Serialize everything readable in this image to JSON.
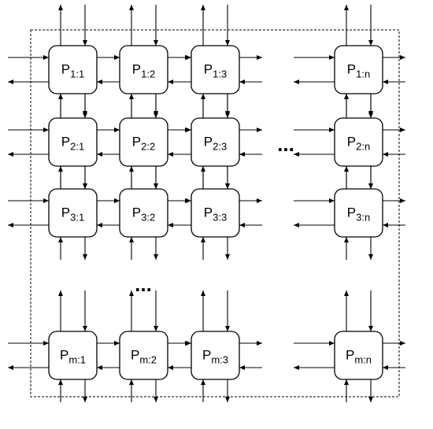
{
  "diagram": {
    "processors": [
      {
        "row": 1,
        "col": 1,
        "base": "P",
        "sub": "1:1"
      },
      {
        "row": 1,
        "col": 2,
        "base": "P",
        "sub": "1:2"
      },
      {
        "row": 1,
        "col": 3,
        "base": "P",
        "sub": "1:3"
      },
      {
        "row": 1,
        "col": "n",
        "base": "P",
        "sub": "1:n"
      },
      {
        "row": 2,
        "col": 1,
        "base": "P",
        "sub": "2:1"
      },
      {
        "row": 2,
        "col": 2,
        "base": "P",
        "sub": "2:2"
      },
      {
        "row": 2,
        "col": 3,
        "base": "P",
        "sub": "2:3"
      },
      {
        "row": 2,
        "col": "n",
        "base": "P",
        "sub": "2:n"
      },
      {
        "row": 3,
        "col": 1,
        "base": "P",
        "sub": "3:1"
      },
      {
        "row": 3,
        "col": 2,
        "base": "P",
        "sub": "3:2"
      },
      {
        "row": 3,
        "col": 3,
        "base": "P",
        "sub": "3:3"
      },
      {
        "row": 3,
        "col": "n",
        "base": "P",
        "sub": "3:n"
      },
      {
        "row": "m",
        "col": 1,
        "base": "P",
        "sub": "m:1"
      },
      {
        "row": "m",
        "col": 2,
        "base": "P",
        "sub": "m:2"
      },
      {
        "row": "m",
        "col": 3,
        "base": "P",
        "sub": "m:3"
      },
      {
        "row": "m",
        "col": "n",
        "base": "P",
        "sub": "m:n"
      }
    ],
    "ellipsis_horizontal": "...",
    "ellipsis_vertical": "...",
    "stroke_color": "#000000",
    "box_fill": "#ffffff"
  }
}
